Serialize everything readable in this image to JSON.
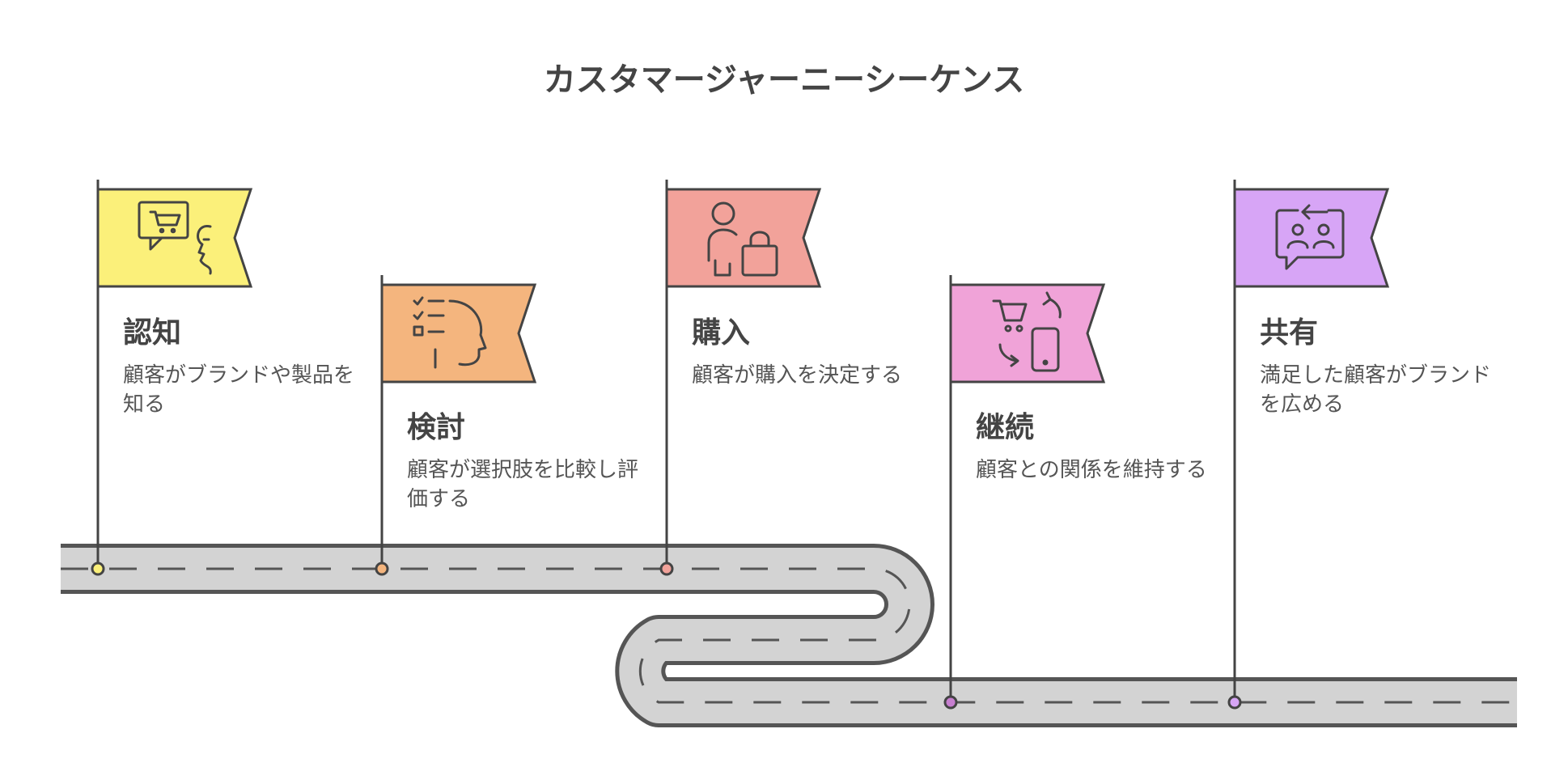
{
  "title": "カスタマージャーニーシーケンス",
  "stages": [
    {
      "title": "認知",
      "desc": "顧客がブランドや製品を知る",
      "icon": "shopping-chat-icon",
      "color": "#fbf07a"
    },
    {
      "title": "検討",
      "desc": "顧客が選択肢を比較し評価する",
      "icon": "checklist-head-icon",
      "color": "#f4b57e"
    },
    {
      "title": "購入",
      "desc": "顧客が購入を決定する",
      "icon": "person-bag-icon",
      "color": "#f2a29a"
    },
    {
      "title": "継続",
      "desc": "顧客との関係を維持する",
      "icon": "cart-phone-icon",
      "color": "#f0a3d8"
    },
    {
      "title": "共有",
      "desc": "満足した顧客がブランドを広める",
      "icon": "share-chat-icon",
      "color": "#d7a5f6"
    }
  ]
}
